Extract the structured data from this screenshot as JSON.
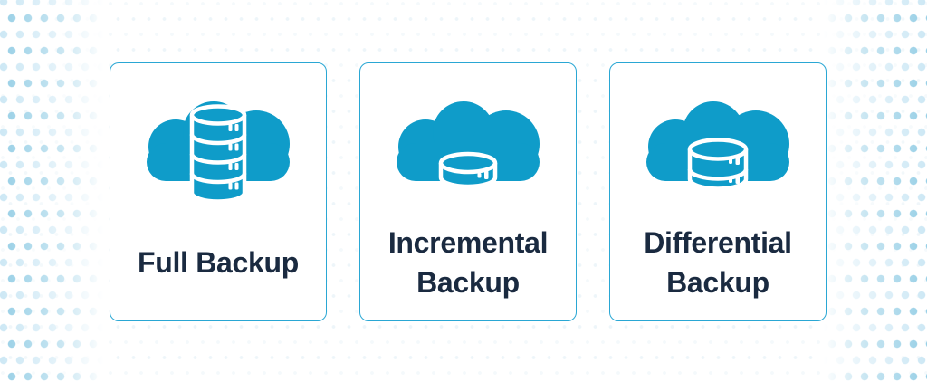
{
  "theme": {
    "background": "#ffffff",
    "accent": "#0f9cc9",
    "card-border": "#2aa7d4",
    "title-color": "#1a2a40",
    "dot-strong": "#8ecbe4",
    "dot-soft": "#c9e6f4"
  },
  "cards": [
    {
      "id": "full-backup",
      "title": "Full Backup",
      "icon": "cloud-database-four-layer-icon"
    },
    {
      "id": "incremental-backup",
      "title": "Incremental Backup",
      "icon": "cloud-disk-single-layer-icon"
    },
    {
      "id": "differential-backup",
      "title": "Differential Backup",
      "icon": "cloud-database-two-layer-icon"
    }
  ]
}
